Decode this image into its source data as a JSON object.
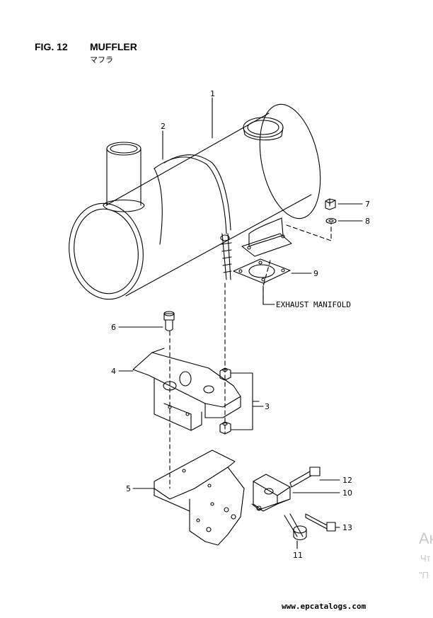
{
  "header": {
    "fig_label": "FIG. 12",
    "title": "MUFFLER",
    "subtitle": "マフラ"
  },
  "callouts": {
    "c1": "1",
    "c2": "2",
    "c3": "3",
    "c4": "4",
    "c5": "5",
    "c6": "6",
    "c7": "7",
    "c8": "8",
    "c9": "9",
    "c10": "10",
    "c11": "11",
    "c12": "12",
    "c13": "13"
  },
  "annotation": {
    "exhaust_manifold": "EXHAUST MANIFOLD"
  },
  "footer": {
    "url": "www.epcatalogs.com"
  },
  "watermark": {
    "line1": "Ак",
    "line2": "Чт",
    "line3": "\"П"
  }
}
